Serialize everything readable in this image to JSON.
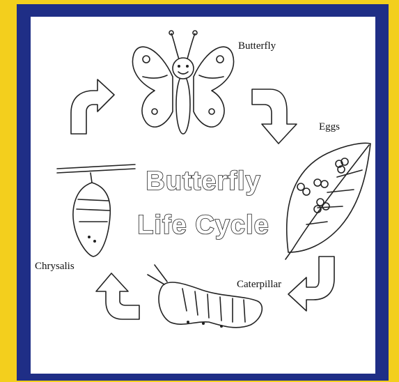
{
  "title": {
    "line1": "Butterfly",
    "line2": "Life Cycle"
  },
  "stages": {
    "butterfly": "Butterfly",
    "eggs": "Eggs",
    "caterpillar": "Caterpillar",
    "chrysalis": "Chrysalis"
  },
  "colors": {
    "outer_background": "#f3cf1d",
    "frame": "#1f2e86",
    "card": "#ffffff",
    "ink": "#222222"
  },
  "icons": [
    "butterfly-icon",
    "leaf-with-eggs-icon",
    "caterpillar-icon",
    "chrysalis-icon",
    "curved-arrow-icon"
  ]
}
